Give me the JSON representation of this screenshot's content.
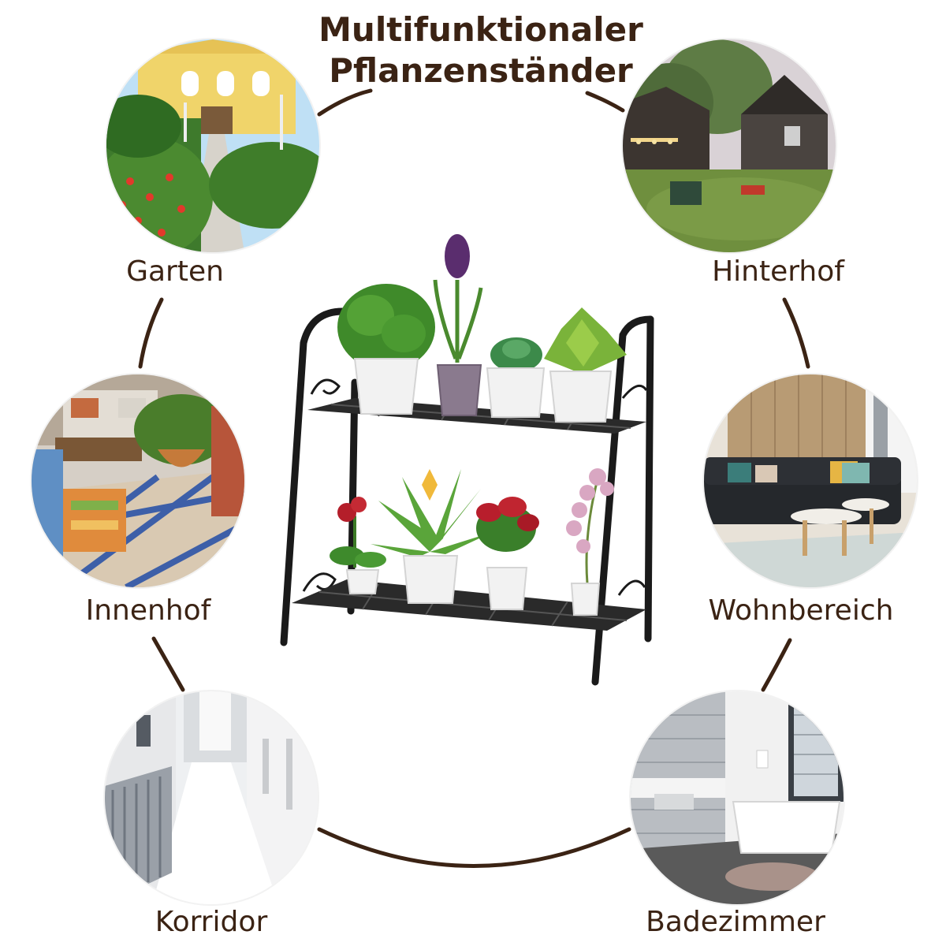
{
  "title": {
    "line1": "Multifunktionaler",
    "line2": "Pflanzenständer"
  },
  "colors": {
    "text": "#3b2314",
    "arc": "#3b2314",
    "stand": "#1a1a1a"
  },
  "scenes": {
    "garten": "Garten",
    "hinterhof": "Hinterhof",
    "innenhof": "Innenhof",
    "wohnbereich": "Wohnbereich",
    "korridor": "Korridor",
    "badezimmer": "Badezimmer"
  }
}
